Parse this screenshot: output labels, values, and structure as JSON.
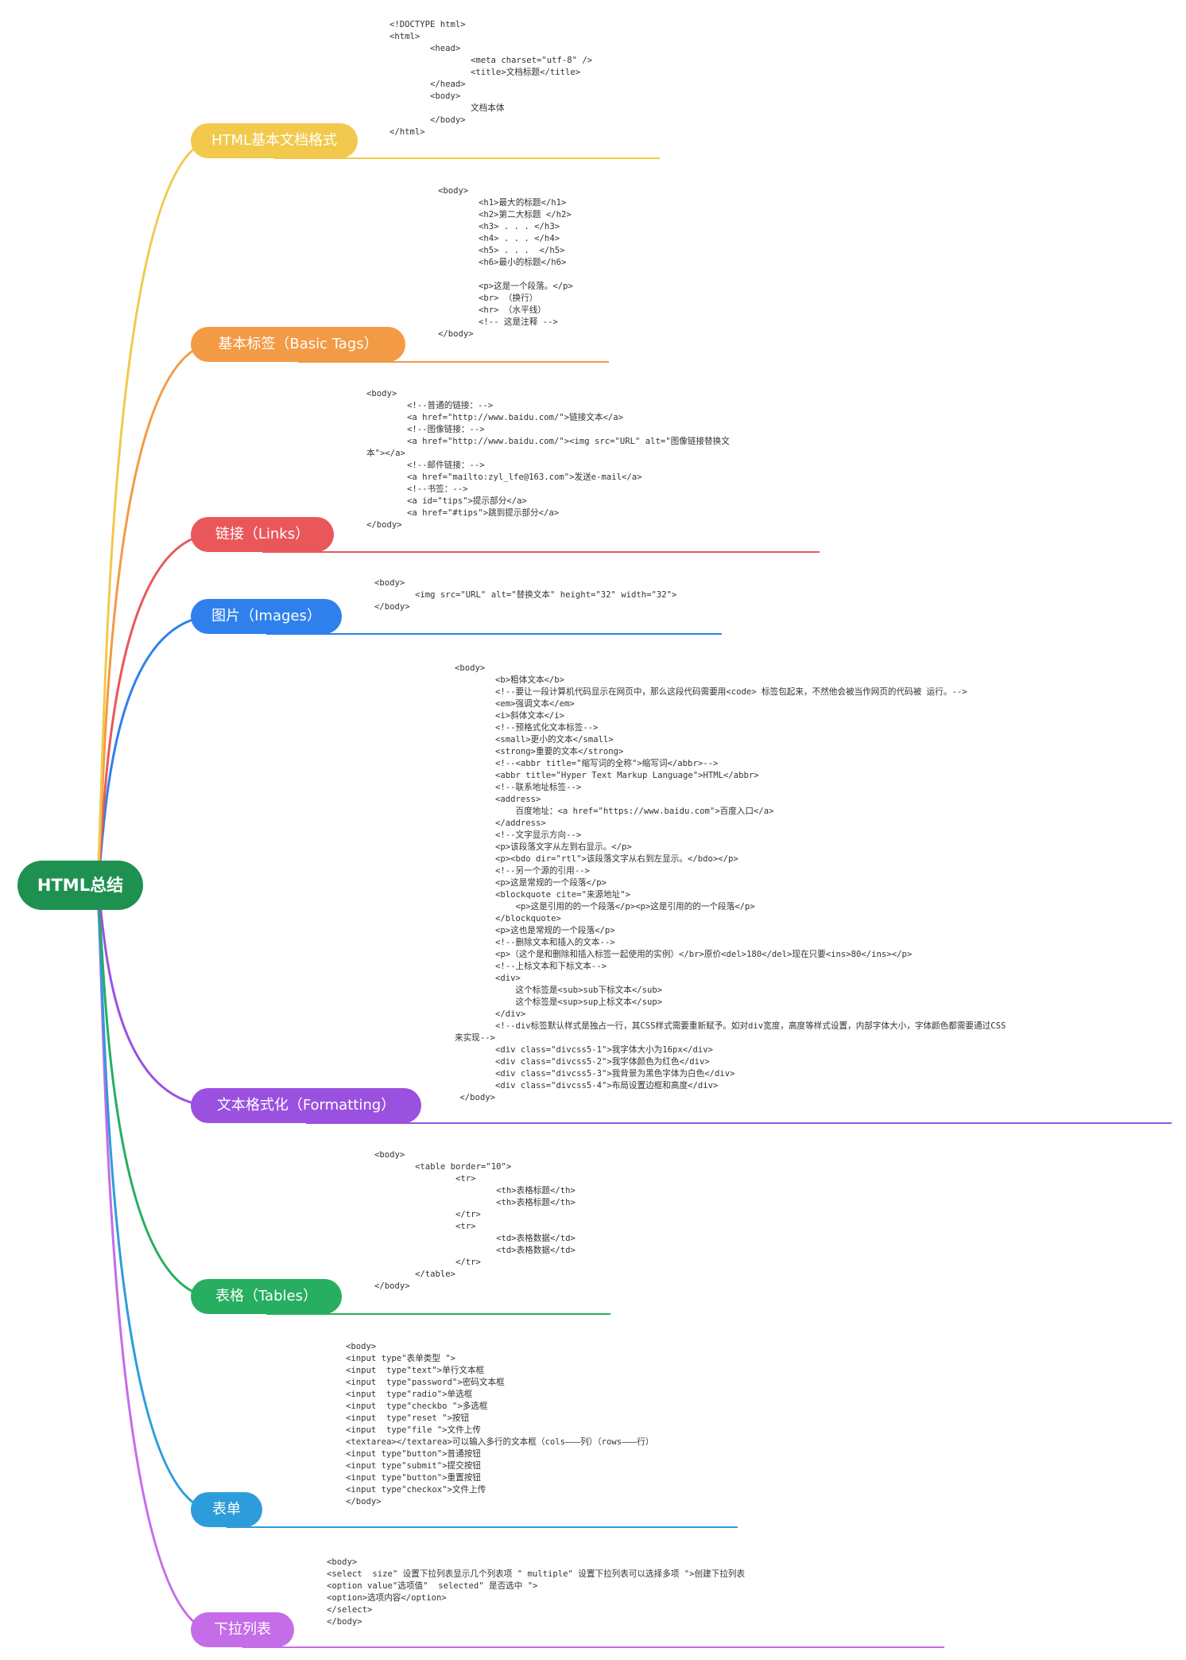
{
  "root": {
    "label": "HTML总结",
    "color": "#1e9150"
  },
  "branches": [
    {
      "label": "HTML基本文档格式",
      "color": "#f2c94c",
      "code": [
        "<!DOCTYPE html>",
        "<html>",
        "        <head>",
        "                <meta charset=\"utf-8\" />",
        "                <title>文档标题</title>",
        "        </head>",
        "        <body>",
        "                文档本体",
        "        </body>",
        "</html>"
      ]
    },
    {
      "label": "基本标签（Basic Tags）",
      "color": "#f39a45",
      "code": [
        "<body>",
        "        <h1>最大的标题</h1>",
        "        <h2>第二大标题 </h2>",
        "        <h3> . . . </h3>",
        "        <h4> . . . </h4>",
        "        <h5> . . .  </h5>",
        "        <h6>最小的标题</h6>",
        "",
        "        <p>这是一个段落。</p>",
        "        <br> （换行）",
        "        <hr> （水平线）",
        "        <!-- 这是注释 -->",
        "</body>"
      ]
    },
    {
      "label": "链接（Links）",
      "color": "#e9575a",
      "code": [
        "<body>",
        "        <!--普通的链接：-->",
        "        <a href=\"http://www.baidu.com/\">链接文本</a>",
        "        <!--图像链接：-->",
        "        <a href=\"http://www.baidu.com/\"><img src=\"URL\" alt=\"图像链接替换文",
        "本\"></a>",
        "        <!--邮件链接：-->",
        "        <a href=\"mailto:zyl_lfe@163.com\">发送e-mail</a>",
        "        <!--书签：-->",
        "        <a id=\"tips\">提示部分</a>",
        "        <a href=\"#tips\">跳到提示部分</a>",
        "</body>"
      ]
    },
    {
      "label": "图片（Images）",
      "color": "#2f80ed",
      "code": [
        "<body>",
        "        <img src=\"URL\" alt=\"替换文本\" height=\"32\" width=\"32\">",
        "</body>"
      ]
    },
    {
      "label": "文本格式化（Formatting）",
      "color": "#9b51e0",
      "code": [
        "<body>",
        "        <b>粗体文本</b>",
        "        <!--要让一段计算机代码显示在网页中，那么这段代码需要用<code> 标签包起来，不然他会被当作网页的代码被 运行。-->",
        "        <em>强调文本</em>",
        "        <i>斜体文本</i>",
        "        <!--预格式化文本标签-->",
        "        <small>更小的文本</small>",
        "        <strong>重要的文本</strong>",
        "        <!--<abbr title=\"缩写词的全称\">缩写词</abbr>-->",
        "        <abbr title=\"Hyper Text Markup Language\">HTML</abbr>",
        "        <!--联系地址标签-->",
        "        <address>",
        "            百度地址：<a href=\"https://www.baidu.com\">百度入口</a>",
        "        </address>",
        "        <!--文字显示方向-->",
        "        <p>该段落文字从左到右显示。</p>",
        "        <p><bdo dir=\"rtl\">该段落文字从右到左显示。</bdo></p>",
        "        <!--另一个源的引用-->",
        "        <p>这是常规的一个段落</p>",
        "        <blockquote cite=\"来源地址\">",
        "            <p>这是引用的的一个段落</p><p>这是引用的的一个段落</p>",
        "        </blockquote>",
        "        <p>这也是常规的一个段落</p>",
        "        <!--删除文本和插入的文本-->",
        "        <p>（这个是和删除和插入标签一起使用的实例）</br>原价<del>180</del>现在只要<ins>80</ins></p>",
        "        <!--上标文本和下标文本-->",
        "        <div>",
        "            这个标签是<sub>sub下标文本</sub>",
        "            这个标签是<sup>sup上标文本</sup>",
        "        </div>",
        "        <!--div标签默认样式是独占一行，其CSS样式需要重新赋予。如对div宽度，高度等样式设置，内部字体大小，字体颜色都需要通过CSS",
        "来实现-->",
        "        <div class=\"divcss5-1\">我字体大小为16px</div>",
        "        <div class=\"divcss5-2\">我字体颜色为红色</div>",
        "        <div class=\"divcss5-3\">我背景为黑色字体为白色</div>",
        "        <div class=\"divcss5-4\">布局设置边框和高度</div>",
        " </body>"
      ]
    },
    {
      "label": "表格（Tables）",
      "color": "#27ae60",
      "code": [
        "<body>",
        "        <table border=\"10\">",
        "                <tr>",
        "                        <th>表格标题</th>",
        "                        <th>表格标题</th>",
        "                </tr>",
        "                <tr>",
        "                        <td>表格数据</td>",
        "                        <td>表格数据</td>",
        "                </tr>",
        "        </table>",
        "</body>"
      ]
    },
    {
      "label": "表单",
      "color": "#2d9cdb",
      "code": [
        "<body>",
        "<input type\"表单类型 \">",
        "<input  type\"text\">单行文本框",
        "<input  type\"password\">密码文本框",
        "<input  type\"radio\">单选框",
        "<input  type\"checkbo \">多选框",
        "<input  type\"reset \">按钮",
        "<input  type\"file \">文件上传",
        "<textarea></textarea>可以输入多行的文本框（cols———列）（rows———行）",
        "<input type\"button\">普通按钮",
        "<input type\"submit\">提交按钮",
        "<input type\"button\">重置按钮",
        "<input type\"checkox\">文件上传",
        "</body>"
      ]
    },
    {
      "label": "下拉列表",
      "color": "#c56ce8",
      "code": [
        "<body>",
        "<select  size\" 设置下拉列表显示几个列表项 \" multiple\" 设置下拉列表可以选择多项 \">创建下拉列表",
        "<option value\"选项值\"  selected\" 是否选中 \">",
        "<option>选项内容</option>",
        "</select>",
        "</body>"
      ]
    }
  ]
}
